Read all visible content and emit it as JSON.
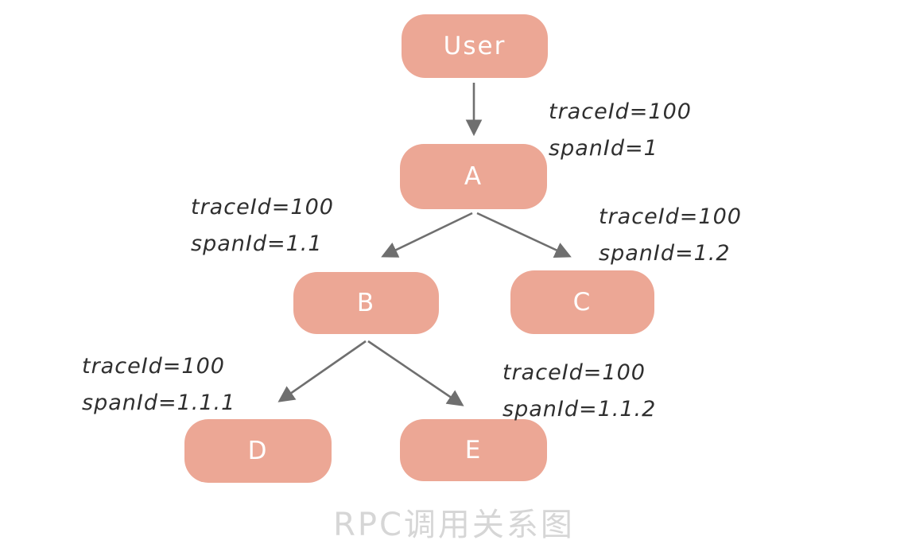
{
  "diagram": {
    "caption": "RPC调用关系图",
    "nodes": [
      {
        "id": "user",
        "label": "User"
      },
      {
        "id": "a",
        "label": "A"
      },
      {
        "id": "b",
        "label": "B"
      },
      {
        "id": "c",
        "label": "C"
      },
      {
        "id": "d",
        "label": "D"
      },
      {
        "id": "e",
        "label": "E"
      }
    ],
    "edges": [
      {
        "from": "User",
        "to": "A",
        "label_line1": "traceId=100",
        "label_line2": "spanId=1"
      },
      {
        "from": "A",
        "to": "B",
        "label_line1": "traceId=100",
        "label_line2": "spanId=1.1"
      },
      {
        "from": "A",
        "to": "C",
        "label_line1": "traceId=100",
        "label_line2": "spanId=1.2"
      },
      {
        "from": "B",
        "to": "D",
        "label_line1": "traceId=100",
        "label_line2": "spanId=1.1.1"
      },
      {
        "from": "B",
        "to": "E",
        "label_line1": "traceId=100",
        "label_line2": "spanId=1.1.2"
      }
    ],
    "colors": {
      "node_fill": "#ECA795",
      "node_text": "#FFFFFF",
      "edge_stroke": "#6F6F6F",
      "label_text": "#2F2F2F",
      "caption_text": "#D6D6D6",
      "background": "#FFFFFF"
    }
  }
}
